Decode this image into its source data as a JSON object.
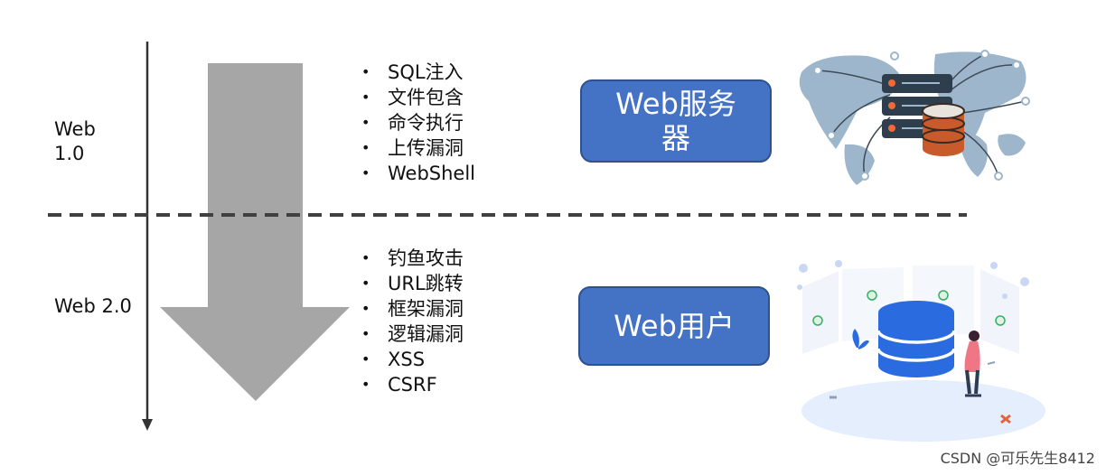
{
  "eras": {
    "web1": {
      "label_line1": "Web",
      "label_line2": "1.0"
    },
    "web2": {
      "label": "Web 2.0"
    }
  },
  "web1_attacks": [
    "SQL注入",
    "文件包含",
    "命令执行",
    "上传漏洞",
    "WebShell"
  ],
  "web2_attacks": [
    "钓鱼攻击",
    "URL跳转",
    "框架漏洞",
    "逻辑漏洞",
    "XSS",
    "CSRF"
  ],
  "targets": {
    "server": {
      "line1": "Web服务",
      "line2": "器"
    },
    "user": {
      "label": "Web用户"
    }
  },
  "watermark": "CSDN @可乐先生8412",
  "colors": {
    "box_fill": "#4472C4",
    "box_border": "#2F528F",
    "arrow_fill": "#A6A6A6",
    "timeline": "#333333",
    "divider": "#404040"
  },
  "illustrations": {
    "server": "world-map-server-database-illustration",
    "user": "database-person-illustration"
  }
}
